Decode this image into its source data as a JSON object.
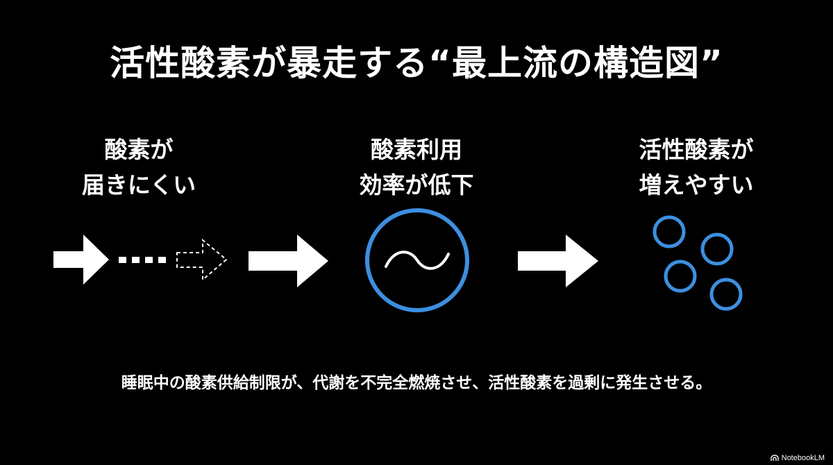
{
  "title": "活性酸素が暴走する“最上流の構造図”",
  "steps": [
    {
      "line1": "酸素が",
      "line2": "届きにくい"
    },
    {
      "line1": "酸素利用",
      "line2": "効率が低下"
    },
    {
      "line1": "活性酸素が",
      "line2": "増えやすい"
    }
  ],
  "caption": "睡眠中の酸素供給制限が、代謝を不完全燃焼させ、活性酸素を過剰に発生させる。",
  "footer": {
    "brand": "NotebookLM",
    "icon": "notebooklm-logo-icon"
  },
  "colors": {
    "background": "#000000",
    "text": "#ffffff",
    "accent": "#3d8fe0"
  }
}
